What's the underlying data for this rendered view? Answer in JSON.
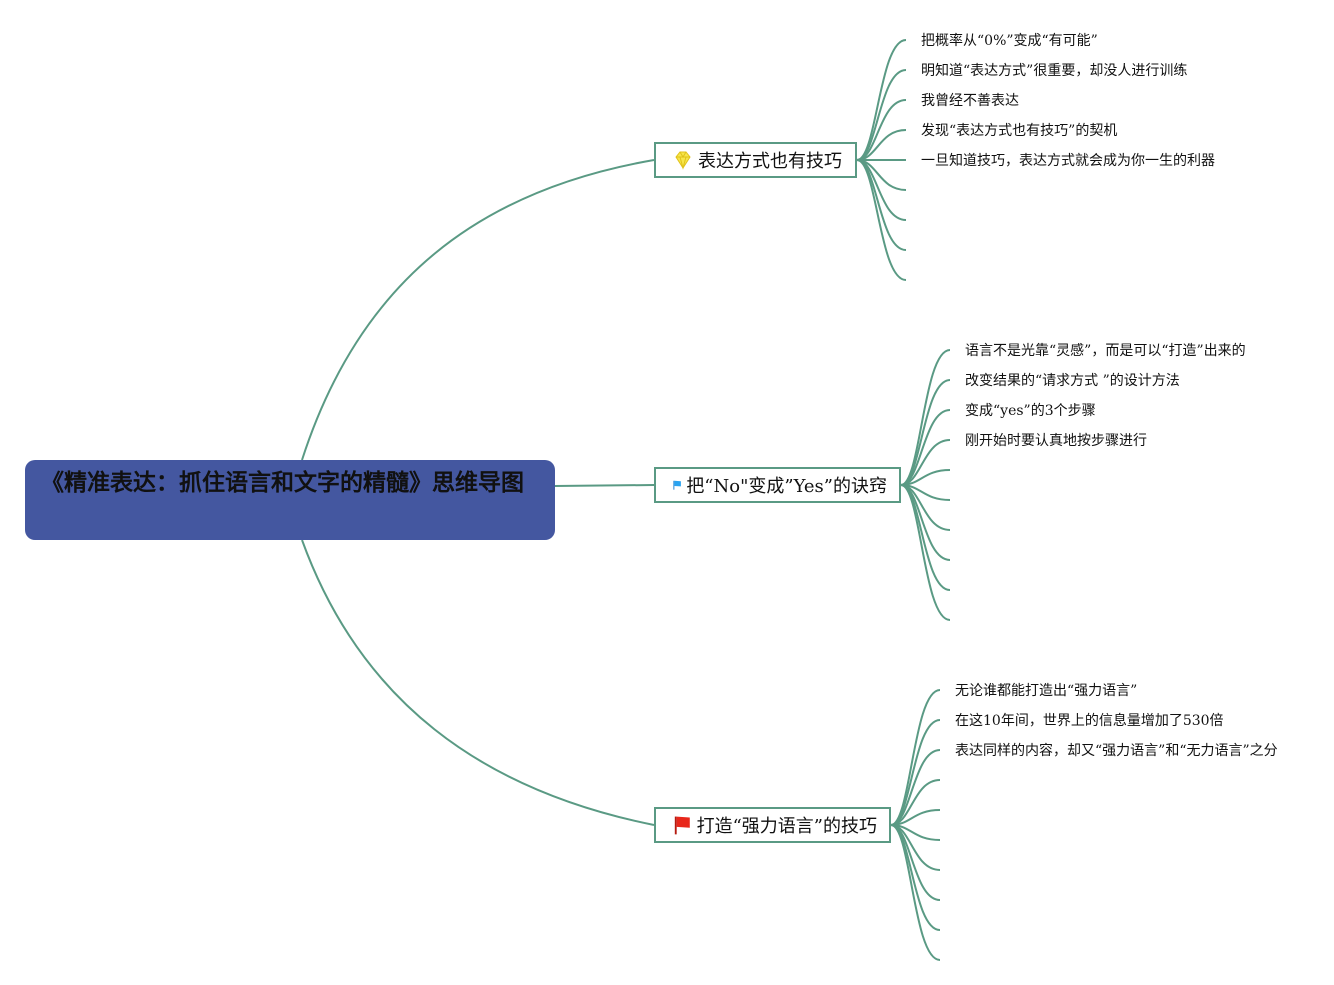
{
  "root": {
    "title": "《精准表达：抓住语言和文字的精髓》思维导图"
  },
  "colors": {
    "root_bg": "#4457a0",
    "line": "#5a9a84"
  },
  "branches": [
    {
      "label": "表达方式也有技巧",
      "icon": "diamond-icon",
      "items": [
        "把概率从“0%”变成“有可能”",
        "明知道“表达方式”很重要，却没人进行训练",
        "我曾经不善表达",
        "发现“表达方式也有技巧”的契机",
        "一旦知道技巧，表达方式就会成为你一生的利器"
      ]
    },
    {
      "label": "把“No\"变成”Yes”的诀窍",
      "icon": "blue-flag-icon",
      "items": [
        "语言不是光靠“灵感”，而是可以“打造”出来的",
        "改变结果的“请求方式 ”的设计方法",
        "变成“yes”的3个步骤",
        "刚开始时要认真地按步骤进行"
      ]
    },
    {
      "label": "打造“强力语言”的技巧",
      "icon": "red-flag-icon",
      "items": [
        "无论谁都能打造出“强力语言”",
        "在这10年间，世界上的信息量增加了530倍",
        "表达同样的内容，却又“强力语言”和“无力语言”之分"
      ]
    }
  ]
}
